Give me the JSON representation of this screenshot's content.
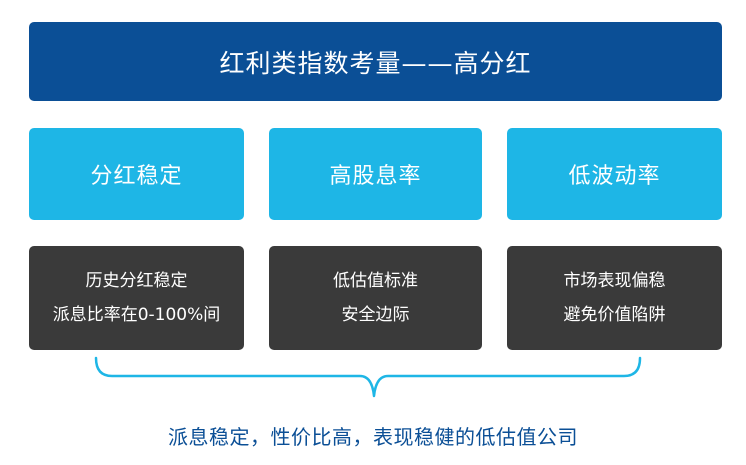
{
  "header": {
    "title": "红利类指数考量——高分红"
  },
  "pillars": [
    {
      "title": "分红稳定",
      "lines": [
        "历史分红稳定",
        "派息比率在0-100%间"
      ]
    },
    {
      "title": "高股息率",
      "lines": [
        "低估值标准",
        "安全边际"
      ]
    },
    {
      "title": "低波动率",
      "lines": [
        "市场表现偏稳",
        "避免价值陷阱"
      ]
    }
  ],
  "summary": "派息稳定，性价比高，表现稳健的低估值公司",
  "colors": {
    "header_bg": "#0b4f96",
    "pillar_bg": "#1eb6e6",
    "desc_bg": "#3a3a3a",
    "brace": "#1eb6e6",
    "summary_text": "#0b4f96"
  }
}
